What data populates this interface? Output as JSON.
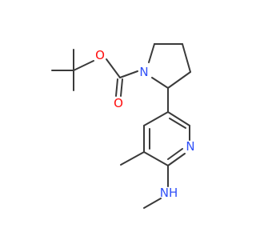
{
  "molecule": {
    "atoms": {
      "carbonyl_o": {
        "label": "O",
        "color": "#ff0d0d"
      },
      "ester_o": {
        "label": "O",
        "color": "#ff0d0d"
      },
      "pyrrolidine_n": {
        "label": "N",
        "color": "#3050f8"
      },
      "pyridine_n": {
        "label": "N",
        "color": "#3050f8"
      },
      "amine_nh": {
        "label": "NH",
        "color": "#3050f8"
      }
    },
    "bond_color": "#3a3a3a"
  }
}
